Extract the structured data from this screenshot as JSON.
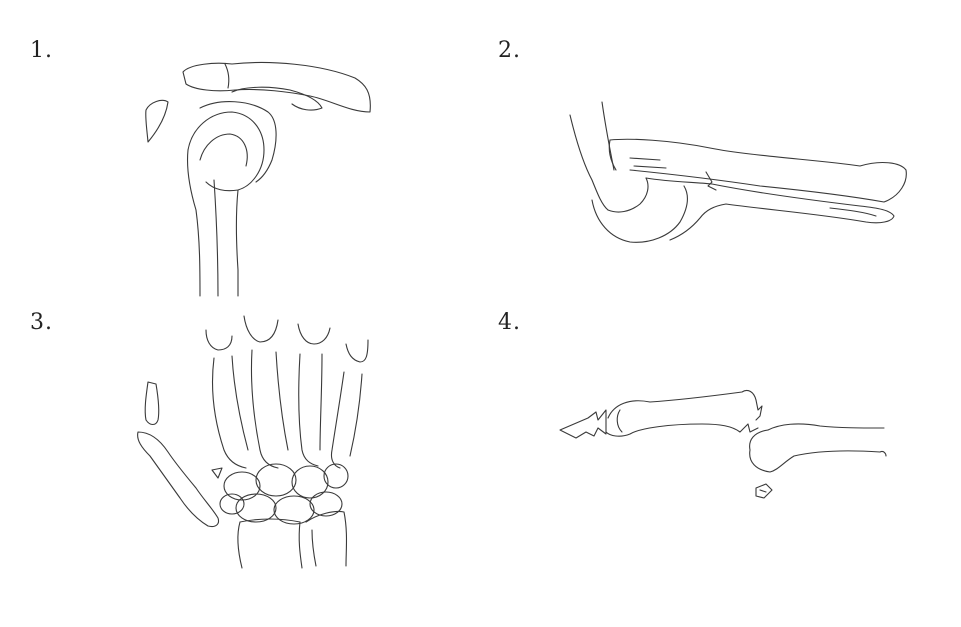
{
  "panels": [
    {
      "number": "1.",
      "icon": "shoulder-bone-icon"
    },
    {
      "number": "2.",
      "icon": "forearm-bone-icon"
    },
    {
      "number": "3.",
      "icon": "hand-wrist-bone-icon"
    },
    {
      "number": "4.",
      "icon": "long-bone-fracture-icon"
    }
  ],
  "colors": {
    "background": "#ffffff",
    "line": "#3a3a3a",
    "text": "#222222"
  }
}
